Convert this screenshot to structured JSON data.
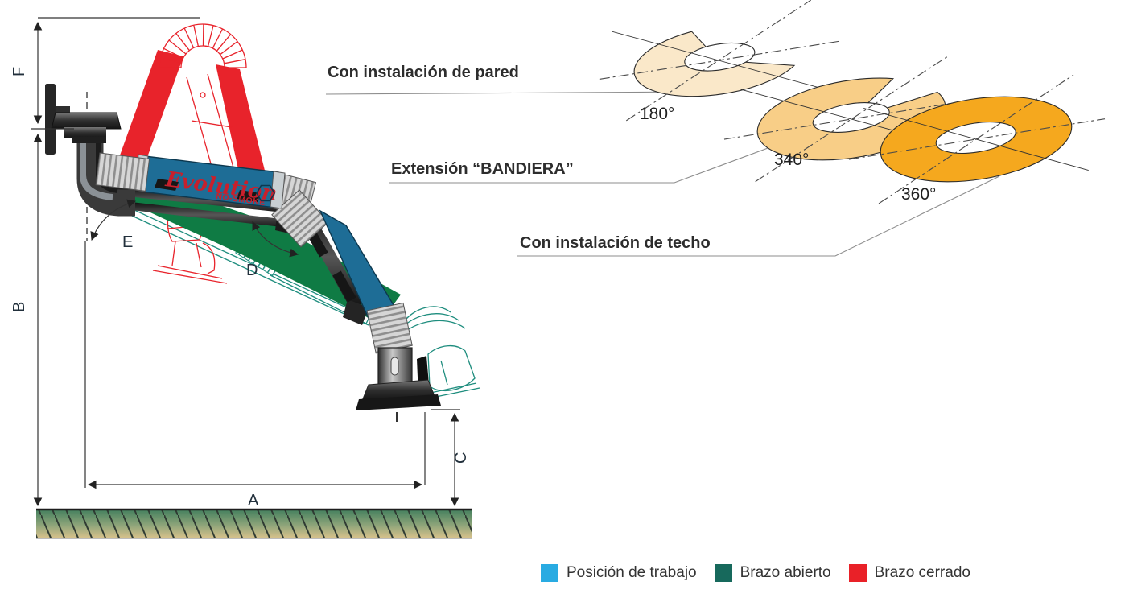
{
  "figure": {
    "callouts": {
      "pared": "Con instalación de pared",
      "bandiera": "Extensión “BANDIERA”",
      "techo": "Con instalación de techo"
    },
    "rotations": [
      {
        "angle": "180°",
        "color": "#FAE8C9"
      },
      {
        "angle": "340°",
        "color": "#F8CE87"
      },
      {
        "angle": "360°",
        "color": "#F5A81E"
      }
    ],
    "dims": {
      "a": "A",
      "b": "B",
      "c": "C",
      "d": "D",
      "e": "E",
      "f": "F"
    },
    "brand": {
      "logo": "Evolution",
      "sub": "NO-SMOKE"
    },
    "legend": [
      {
        "label": "Posición de trabajo",
        "color": "#29ABE2"
      },
      {
        "label": "Brazo abierto",
        "color": "#17695C"
      },
      {
        "label": "Brazo cerrado",
        "color": "#E92128"
      }
    ],
    "colors": {
      "working_blue": "#1E6D96",
      "open_green": "#0F7B44",
      "closed_red": "#E8232B",
      "outline_teal": "#1E8D7E"
    }
  }
}
